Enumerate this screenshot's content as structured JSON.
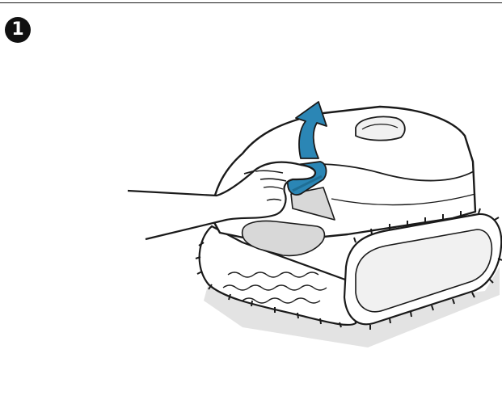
{
  "step": {
    "number": "1"
  },
  "colors": {
    "rule": "#1a1a1a",
    "badge": "#111111",
    "accent_blue": "#2b86b5",
    "accent_blue_dark": "#1f6e95",
    "outline": "#1a1a1a",
    "shadow": "#e3e3e3",
    "body_shade": "#f1f1f1",
    "recess": "#d8d8d8"
  },
  "illustration": {
    "subject": "pool-cleaner-robot",
    "action": "lift-handle",
    "icons": [
      "hand-icon",
      "arrow-up-icon"
    ]
  }
}
